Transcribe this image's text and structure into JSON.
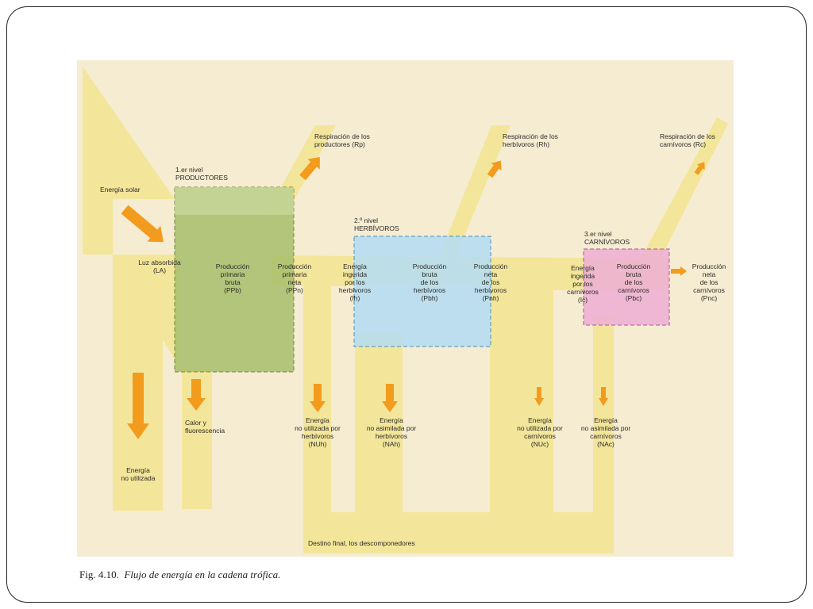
{
  "colors": {
    "background": "#f6ecd2",
    "flow": "#f3e69a",
    "arrow": "#f29b1d",
    "producers_box": "#a7be6c",
    "herbivores_box": "#b3dcf3",
    "carnivores_box": "#edaed4"
  },
  "levels": {
    "producers": {
      "title": "1.er nivel",
      "name": "PRODUCTORES"
    },
    "herbivores": {
      "title": "2.º nivel",
      "name": "HERBÍVOROS"
    },
    "carnivores": {
      "title": "3.er nivel",
      "name": "CARNÍVOROS"
    }
  },
  "labels": {
    "energia_solar": "Energía solar",
    "luz_absorbida": "Luz absorbida\n(LA)",
    "ppb": "Producción\nprimaria\nbruta\n(PPb)",
    "ppn": "Producción\nprimaria\nneta\n(PPn)",
    "ih": "Energía\ningerida\npor los\nherbívoros\n(Ih)",
    "pbh": "Producción\nbruta\nde los\nherbívoros\n(Pbh)",
    "pnh": "Producción\nneta\nde los\nherbívoros\n(Pnh)",
    "ic": "Energía\ningerida\npor los\ncarnívoros\n(Ic)",
    "pbc": "Producción\nbruta\nde los\ncarnívoros\n(Pbc)",
    "pnc": "Producción\nneta\nde los\ncarnívoros\n(Pnc)",
    "rp": "Respiración de los\nproductores (Rp)",
    "rh": "Respiración de los\nherbívoros (Rh)",
    "rc": "Respiración de los\ncarnívoros (Rc)",
    "calor": "Calor y\nfluorescencia",
    "no_utilizada": "Energía\nno utilizada",
    "nuh": "Energía\nno utilizada por\nherbívoros\n(NUh)",
    "nah": "Energía\nno asimilada por\nherbívoros\n(NAh)",
    "nuc": "Energía\nno utilizada por\ncarnívoros\n(NUc)",
    "nac": "Energía\nno asimilada por\ncarnívoros\n(NAc)",
    "destino": "Destino final, los descomponedores"
  },
  "caption": {
    "number": "Fig. 4.10.",
    "text": "Flujo de energía en la cadena trófica."
  }
}
